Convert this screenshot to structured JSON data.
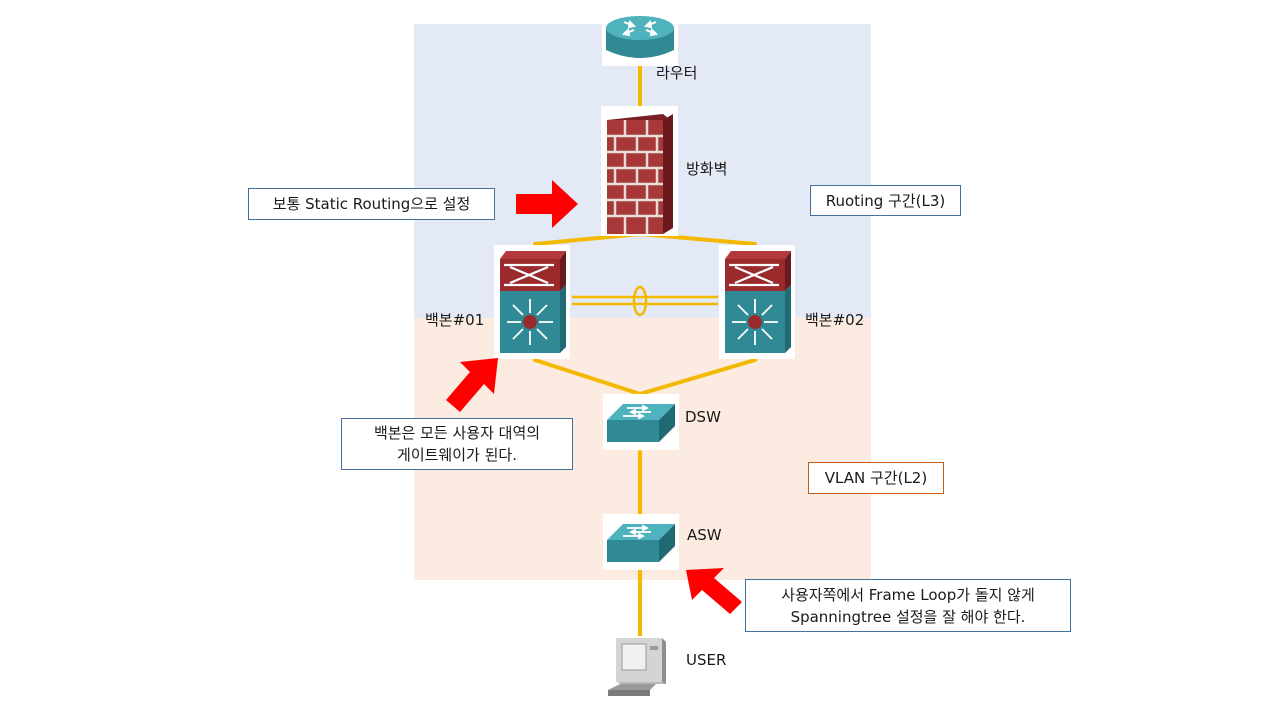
{
  "zones": {
    "l3_label": "Ruoting  구간(L3)",
    "l2_label": "VLAN  구간(L2)"
  },
  "devices": {
    "router": "라우터",
    "firewall": "방화벽",
    "backbone1": "백본#01",
    "backbone2": "백본#02",
    "dsw": "DSW",
    "asw": "ASW",
    "user": "USER"
  },
  "callouts": {
    "static_routing": "보통 Static Routing으로 설정",
    "gateway_line1": "백본은 모든 사용자 대역의",
    "gateway_line2": "게이트웨이가 된다.",
    "stp_line1": "사용자쪽에서 Frame Loop가 돌지 않게",
    "stp_line2": "Spanningtree 설정을 잘 해야 한다."
  },
  "colors": {
    "link": "#f5b800",
    "arrow": "#ff0000",
    "l3_zone": "#e3e9f5",
    "l2_zone": "#fbebe0",
    "device_teal": "#3a9aa5",
    "device_red": "#9b2a2d"
  },
  "icons": [
    "router-icon",
    "firewall-icon",
    "l3-switch-icon",
    "switch-icon",
    "workstation-icon"
  ]
}
